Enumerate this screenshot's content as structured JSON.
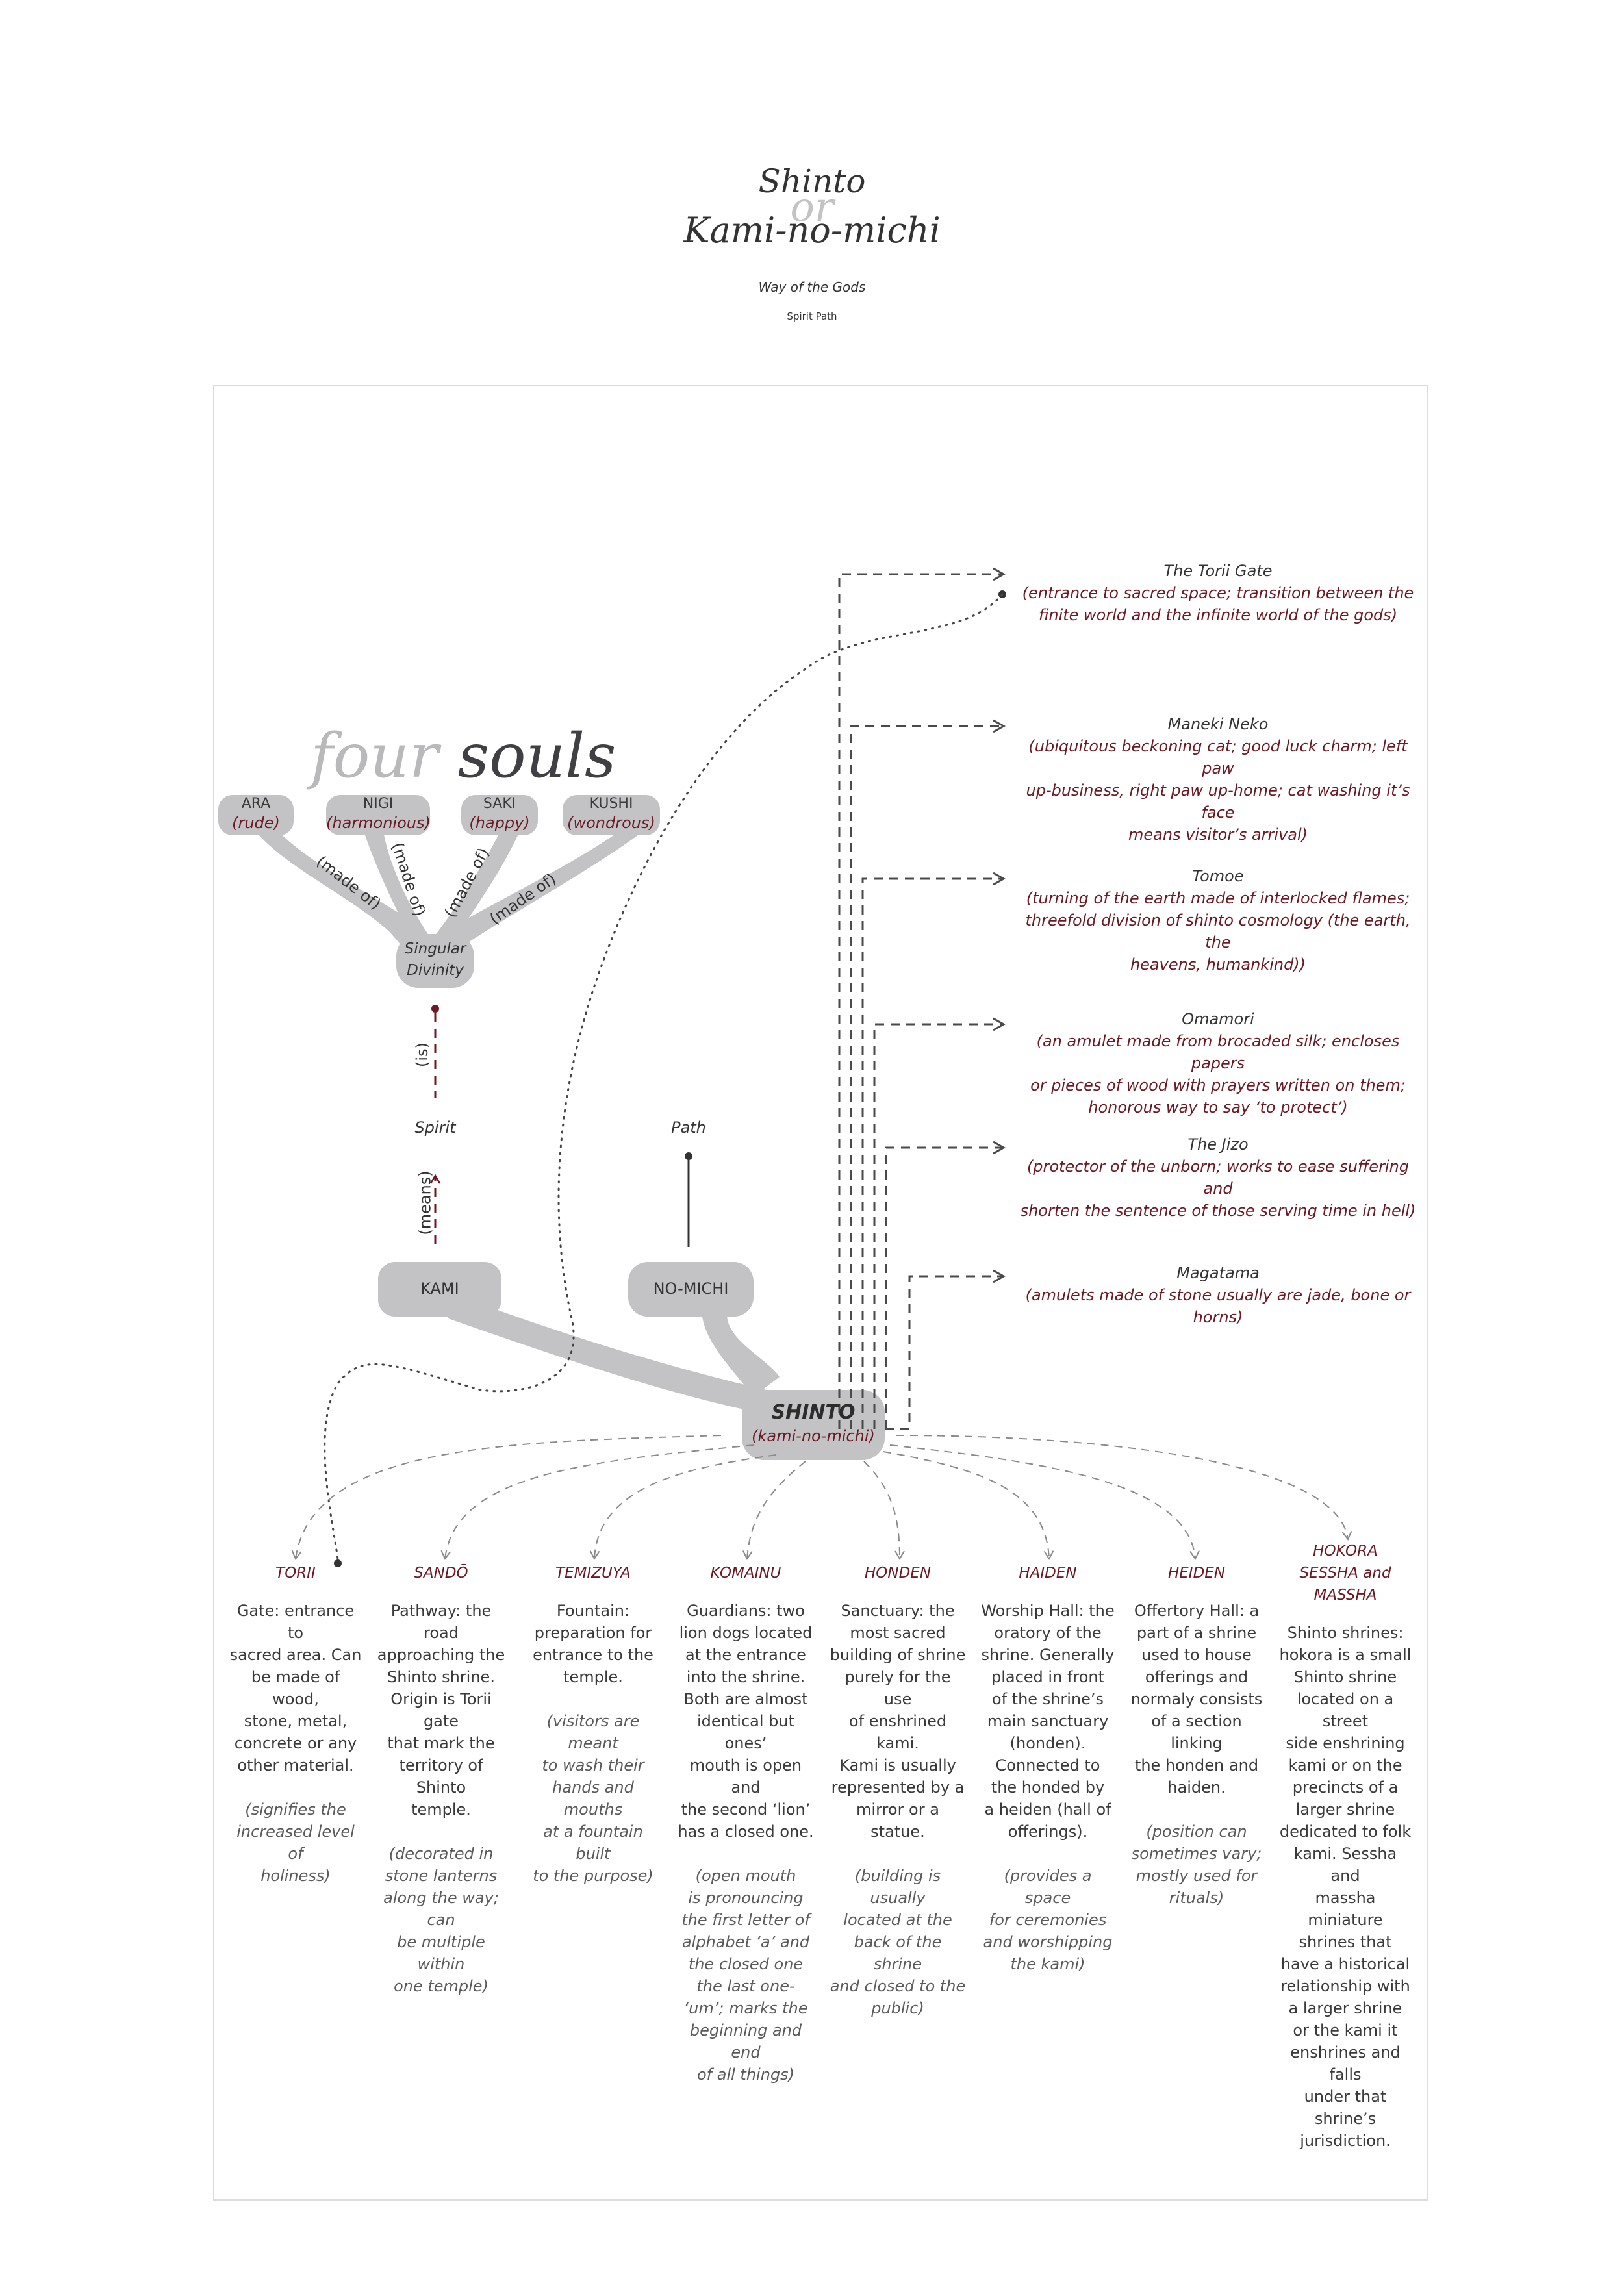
{
  "title": {
    "line1": "Shinto",
    "line2": "or",
    "line3": "Kami-no-michi",
    "subtitle": "Way of the Gods",
    "subsubtitle": "Spirit Path"
  },
  "four_souls": {
    "heading_a": "four",
    "heading_b": "souls",
    "souls": [
      {
        "name": "ARA",
        "meaning": "(rude)"
      },
      {
        "name": "NIGI",
        "meaning": "(harmonious)"
      },
      {
        "name": "SAKI",
        "meaning": "(happy)"
      },
      {
        "name": "KUSHI",
        "meaning": "(wondrous)"
      }
    ],
    "made_of": "(made of)",
    "singular_divinity_1": "Singular",
    "singular_divinity_2": "Divinity"
  },
  "etymology": {
    "is_label": "(is)",
    "spirit_label": "Spirit",
    "means_label": "(means)",
    "path_label": "Path",
    "kami": "KAMI",
    "no_michi": "NO-MICHI"
  },
  "center": {
    "name": "SHINTO",
    "sub": "(kami-no-michi)"
  },
  "right_items": [
    {
      "name": "The Torii Gate",
      "desc": [
        "(entrance to sacred space; transition between the",
        "finite world and the infinite world of the gods)"
      ]
    },
    {
      "name": "Maneki Neko",
      "desc": [
        "(ubiquitous beckoning cat; good luck charm; left paw",
        "up-business, right paw up-home; cat washing it’s face",
        "means visitor’s arrival)"
      ]
    },
    {
      "name": "Tomoe",
      "desc": [
        "(turning of the earth made of interlocked flames;",
        "threefold division of shinto cosmology (the earth, the",
        "heavens, humankind))"
      ]
    },
    {
      "name": "Omamori",
      "desc": [
        "(an amulet made from brocaded silk; encloses papers",
        "or pieces of wood with prayers written on them;",
        "honorous way to say ‘to protect’)"
      ]
    },
    {
      "name": "The Jizo",
      "desc": [
        "(protector of the unborn; works to ease suffering and",
        "shorten the sentence of those serving time in hell)"
      ]
    },
    {
      "name": "Magatama",
      "desc": [
        "(amulets made of stone usually are jade, bone or",
        "horns)"
      ]
    }
  ],
  "bottom_items": [
    {
      "head": [
        "TORII"
      ],
      "body": [
        "Gate: entrance to",
        "sacred area. Can",
        "be made of wood,",
        "stone, metal,",
        "concrete or any",
        "other material."
      ],
      "note": [
        "(signifies the",
        "increased level of",
        "holiness)"
      ]
    },
    {
      "head": [
        "SANDŌ"
      ],
      "body": [
        "Pathway: the road",
        "approaching the",
        "Shinto shrine.",
        "Origin is Torii gate",
        "that mark the",
        "territory of Shinto",
        "temple."
      ],
      "note": [
        "(decorated in",
        "stone lanterns",
        "along the way; can",
        "be multiple within",
        "one temple)"
      ]
    },
    {
      "head": [
        "TEMIZUYA"
      ],
      "body": [
        "Fountain:",
        "preparation for",
        "entrance to the",
        "temple."
      ],
      "note": [
        "(visitors are meant",
        "to wash their",
        "hands and mouths",
        "at a fountain built",
        "to the purpose)"
      ]
    },
    {
      "head": [
        "KOMAINU"
      ],
      "body": [
        "Guardians: two",
        "lion dogs located",
        "at the entrance",
        "into the shrine.",
        "Both are almost",
        "identical but ones’",
        "mouth is open and",
        "the second ‘lion’",
        "has a closed one."
      ],
      "note": [
        "(open mouth",
        "is pronouncing",
        "the first letter of",
        "alphabet ‘a’ and",
        "the closed one",
        "the last one-",
        "‘um’; marks the",
        "beginning and end",
        "of all things)"
      ]
    },
    {
      "head": [
        "HONDEN"
      ],
      "body": [
        "Sanctuary: the",
        "most sacred",
        "building of shrine",
        "purely for the use",
        "of enshrined kami.",
        "Kami is usually",
        "represented by a",
        "mirror or a statue."
      ],
      "note": [
        "(building is usually",
        "located at the",
        "back of the shrine",
        "and closed to the",
        "public)"
      ]
    },
    {
      "head": [
        "HAIDEN"
      ],
      "body": [
        "Worship Hall: the",
        "oratory of the",
        "shrine. Generally",
        "placed in front",
        "of the shrine’s",
        "main sanctuary",
        "(honden).",
        "Connected to",
        "the honded by",
        "a heiden (hall of",
        "offerings)."
      ],
      "note": [
        "(provides a space",
        "for ceremonies",
        "and worshipping",
        "the kami)"
      ]
    },
    {
      "head": [
        "HEIDEN"
      ],
      "body": [
        "Offertory Hall: a",
        "part of a shrine",
        "used to house",
        "offerings and",
        "normaly consists",
        "of a section linking",
        "the honden and",
        "haiden."
      ],
      "note": [
        "(position can",
        "sometimes vary;",
        "mostly used for",
        "rituals)"
      ]
    },
    {
      "head": [
        "HOKORA",
        "SESSHA and",
        "MASSHA"
      ],
      "body": [
        "Shinto shrines:",
        "hokora is a small",
        "Shinto shrine",
        "located on a street",
        "side enshrining",
        "kami or on the",
        "precincts of a",
        "larger shrine",
        "dedicated to folk",
        "kami. Sessha and",
        "massha miniature",
        "shrines that",
        "have a historical",
        "relationship with",
        "a larger shrine",
        "or the kami it",
        "enshrines and falls",
        "under that shrine’s",
        "jurisdiction."
      ],
      "note": []
    }
  ],
  "colors": {
    "pill": "#c3c3c6",
    "accent_red": "#6b1a24",
    "text": "#3a3a3a",
    "line_dark": "#4a4a4a"
  }
}
